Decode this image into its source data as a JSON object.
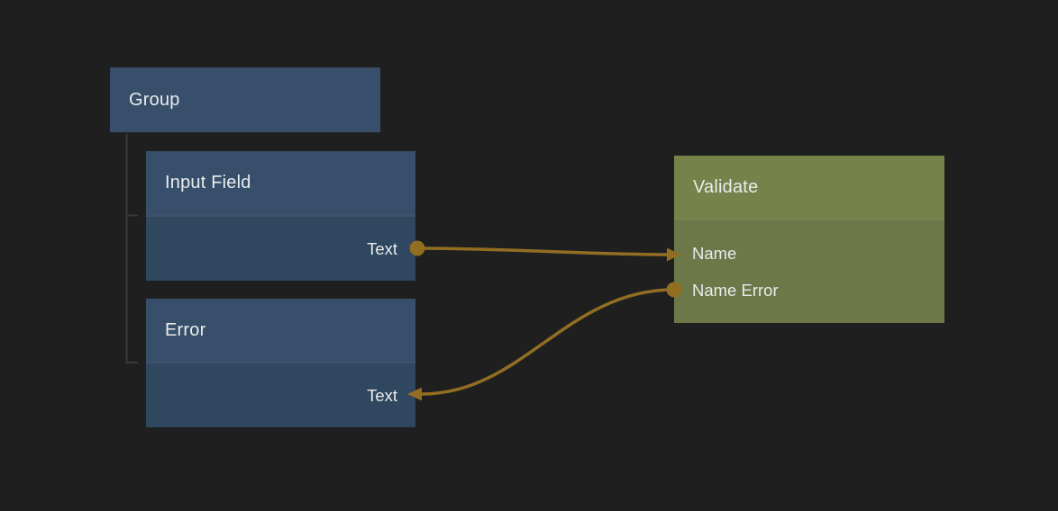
{
  "colors": {
    "background": "#1f1f1f",
    "blue_node_header": "#374f6a",
    "blue_node_body": "#2f475f",
    "green_node_header": "#75824a",
    "green_node_body": "#6c7848",
    "wire": "#926e22",
    "tree_line": "#3a3a3c",
    "text": "#e8eaec"
  },
  "nodes": {
    "group": {
      "title": "Group"
    },
    "input_field": {
      "title": "Input Field",
      "ports": [
        {
          "label": "Text",
          "direction": "output"
        }
      ]
    },
    "error": {
      "title": "Error",
      "ports": [
        {
          "label": "Text",
          "direction": "input"
        }
      ]
    },
    "validate": {
      "title": "Validate",
      "ports": [
        {
          "label": "Name",
          "direction": "input"
        },
        {
          "label": "Name Error",
          "direction": "output"
        }
      ]
    }
  },
  "hierarchy": {
    "parent": "Group",
    "children": [
      "Input Field",
      "Error"
    ]
  },
  "edges": [
    {
      "from": "Input Field / Text",
      "to": "Validate / Name"
    },
    {
      "from": "Validate / Name Error",
      "to": "Error / Text"
    }
  ]
}
